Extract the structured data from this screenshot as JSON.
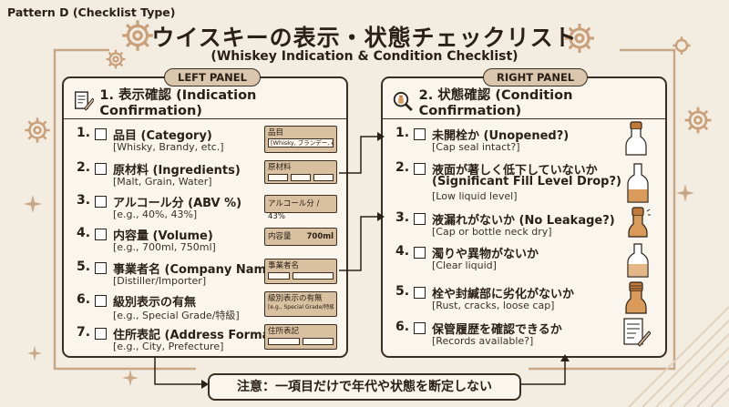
{
  "pattern_tag": "Pattern D (Checklist Type)",
  "title": "ウイスキーの表示・状態チェックリスト",
  "subtitle": "(Whiskey Indication & Condition Checklist)",
  "left_panel": {
    "label": "LEFT PANEL",
    "header": "1. 表示確認 (Indication Confirmation)",
    "items": [
      {
        "num": "1.",
        "label": "品目 (Category)",
        "example": "[Whisky, Brandy, etc.]",
        "box_title": "品目",
        "box_sub": "[Whisky, ブランデー, etc.]"
      },
      {
        "num": "2.",
        "label": "原材料 (Ingredients)",
        "example": "[Malt, Grain, Water]",
        "box_title": "原材料",
        "box_sub": ""
      },
      {
        "num": "3.",
        "label": "アルコール分 (ABV %)",
        "example": "[e.g., 40%, 43%]",
        "box_title": "アルコール分 / 43%",
        "box_sub": ""
      },
      {
        "num": "4.",
        "label": "内容量 (Volume)",
        "example": "[e.g., 700ml, 750ml]",
        "box_title": "内容量",
        "box_value": "700ml",
        "box_sub": ""
      },
      {
        "num": "5.",
        "label": "事業者名 (Company Name)",
        "example": "[Distiller/Importer]",
        "box_title": "事業者名",
        "box_sub": ""
      },
      {
        "num": "6.",
        "label": "級別表示の有無",
        "example": "[e.g., Special Grade/特級]",
        "box_title": "級別表示の有無",
        "box_sub": "[e.g., Special Grade/特級"
      },
      {
        "num": "7.",
        "label": "住所表記 (Address Format)",
        "example": "[e.g., City, Prefecture]",
        "box_title": "住所表記",
        "box_sub": ""
      }
    ]
  },
  "right_panel": {
    "label": "RIGHT PANEL",
    "header": "2. 状態確認 (Condition Confirmation)",
    "items": [
      {
        "num": "1.",
        "label": "未開栓か (Unopened?)",
        "label2": "",
        "example": "[Cap seal intact?]"
      },
      {
        "num": "2.",
        "label": "液面が著しく低下していないか",
        "label2": "(Significant Fill Level Drop?)",
        "example": "[Low liquid level]"
      },
      {
        "num": "3.",
        "label": "液漏れがないか (No Leakage?)",
        "label2": "",
        "example": "[Cap or bottle neck dry]"
      },
      {
        "num": "4.",
        "label": "濁りや異物がないか",
        "label2": "",
        "example": "[Clear liquid]"
      },
      {
        "num": "5.",
        "label": "栓や封緘部に劣化がないか",
        "label2": "",
        "example": "[Rust, cracks, loose cap]"
      },
      {
        "num": "6.",
        "label": "保管履歴を確認できるか",
        "label2": "",
        "example": "[Records available?]"
      }
    ]
  },
  "note": "注意：一項目だけで年代や状態を断定しない",
  "colors": {
    "background": "#f3ece0",
    "panel": "#faf6ee",
    "label_tan": "#d8c0a0",
    "ink": "#2a2018",
    "gear": "#d8b896"
  },
  "icons": [
    "gear-icon",
    "sparkle-icon",
    "document-pen-icon",
    "magnifier-bottle-icon",
    "bottle-icon"
  ]
}
